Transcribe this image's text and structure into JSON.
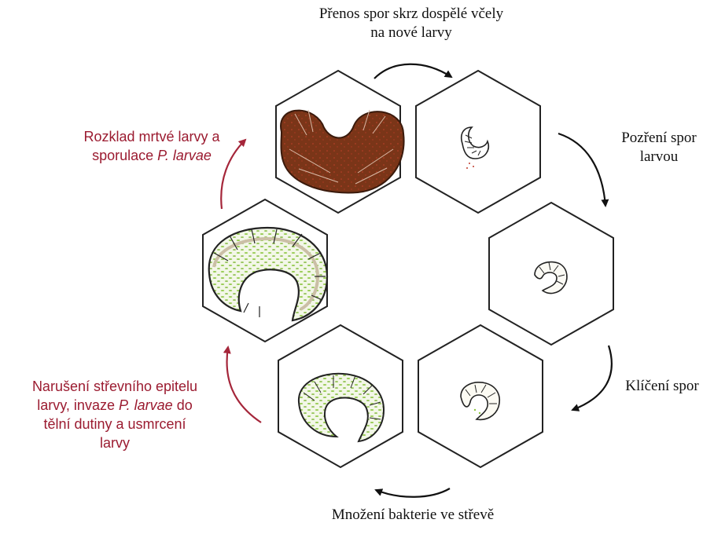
{
  "colors": {
    "red_text": "#9b1b30",
    "red_arrow": "#a5263a",
    "black_arrow": "#111111",
    "hex_stroke": "#222222",
    "green": "#8cc63f",
    "brown": "#7a3518",
    "cream": "#cbbfa6"
  },
  "steps": [
    {
      "lines": [
        "Přenos spor skrz dospělé včely",
        "na nové larvy"
      ],
      "color": "black"
    },
    {
      "lines": [
        "Pozření spor",
        "larvou"
      ],
      "color": "black"
    },
    {
      "lines": [
        "Klíčení spor"
      ],
      "color": "black"
    },
    {
      "lines": [
        "Množení bakterie ve střevě"
      ],
      "color": "black"
    },
    {
      "lines": [
        "Narušení střevního epitelu",
        "larvy, invaze P. larvae do",
        "tělní dutiny a usmrcení",
        "larvy"
      ],
      "color": "red"
    },
    {
      "lines": [
        "Rozklad mrtvé larvy a",
        "sporulace P. larvae"
      ],
      "color": "red"
    }
  ],
  "italic_term": "P. larvae"
}
